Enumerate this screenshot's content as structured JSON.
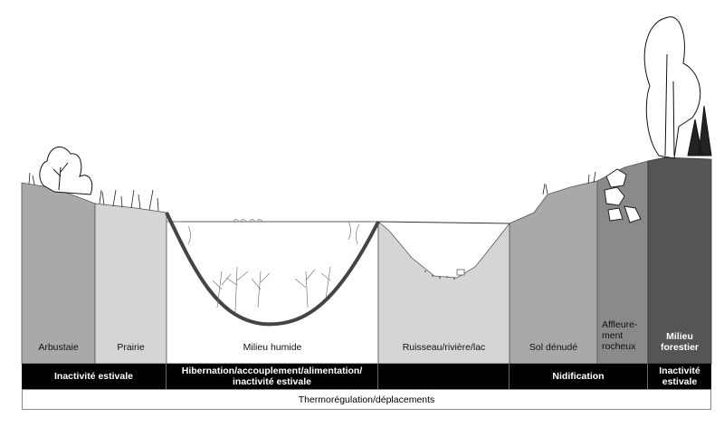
{
  "habitats": [
    {
      "label": "Arbustaie",
      "color": "#a9a9a9"
    },
    {
      "label": "Prairie",
      "color": "#d5d5d5"
    },
    {
      "label": "Milieu humide",
      "color": "#ffffff"
    },
    {
      "label": "Ruisseau/rivière/lac",
      "color": "#d5d5d5"
    },
    {
      "label": "Sol dénudé",
      "color": "#a9a9a9"
    },
    {
      "label": "Affleure-\nment\nrocheux",
      "color": "#8a8a8a"
    },
    {
      "label": "Milieu\nforestier",
      "color": "#555555"
    }
  ],
  "activities": [
    {
      "label": "Inactivité estivale"
    },
    {
      "label": "Hibernation/accouplement/alimentation/\ninactivité estivale"
    },
    {
      "label": ""
    },
    {
      "label": "Nidification"
    },
    {
      "label": "Inactivité\nestivale"
    }
  ],
  "all_habitats_activity": "Thermorégulation/déplacements"
}
